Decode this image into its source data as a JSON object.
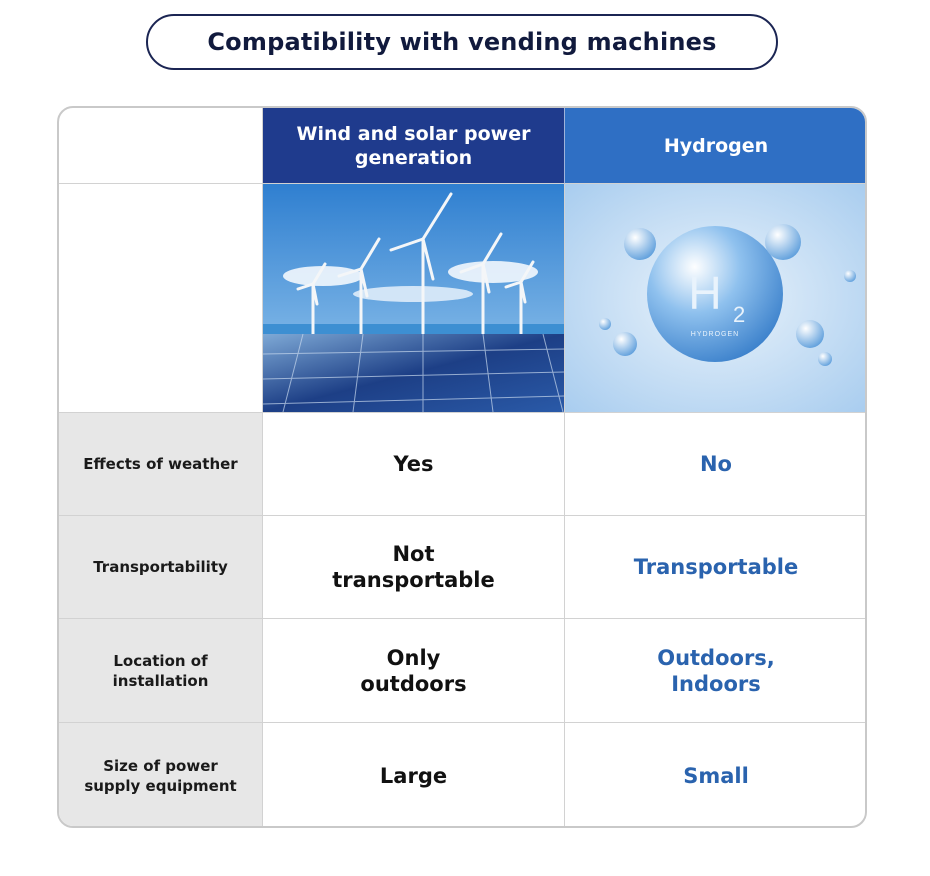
{
  "title": "Compatibility with vending machines",
  "columns": {
    "wind_solar": "Wind and solar power generation",
    "hydrogen": "Hydrogen"
  },
  "images": {
    "wind_solar": "wind-turbines-and-solar-panels",
    "hydrogen": "hydrogen-bubble",
    "hydrogen_symbol": "H",
    "hydrogen_subscript": "2",
    "hydrogen_caption": "HYDROGEN"
  },
  "rows": [
    {
      "label": "Effects of weather",
      "wind_solar": "Yes",
      "hydrogen": "No"
    },
    {
      "label": "Transportability",
      "wind_solar": "Not transportable",
      "hydrogen": "Transportable"
    },
    {
      "label": "Location of installation",
      "wind_solar": "Only outdoors",
      "hydrogen": "Outdoors, Indoors"
    },
    {
      "label": "Size of power supply equipment",
      "wind_solar": "Large",
      "hydrogen": "Small"
    }
  ],
  "colors": {
    "title_border": "#1b2553",
    "header_wind_solar": "#1f3b8d",
    "header_hydrogen": "#2f6fc4",
    "hydrogen_value_text": "#2a63ae",
    "row_label_bg": "#e7e7e7"
  }
}
